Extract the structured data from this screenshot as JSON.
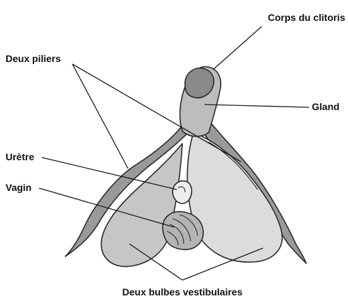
{
  "labels": {
    "corps": "Corps du clitoris",
    "piliers": "Deux piliers",
    "gland": "Gland",
    "uretre": "Urètre",
    "vagin": "Vagin",
    "bulbes": "Deux bulbes vestibulaires"
  },
  "colors": {
    "background": "#ffffff",
    "tissue_dark": "#8f8f8f",
    "tissue_mid": "#c4c4c4",
    "tissue_light": "#e2e2e2",
    "outline": "#2a2a2a",
    "text": "#111111"
  }
}
